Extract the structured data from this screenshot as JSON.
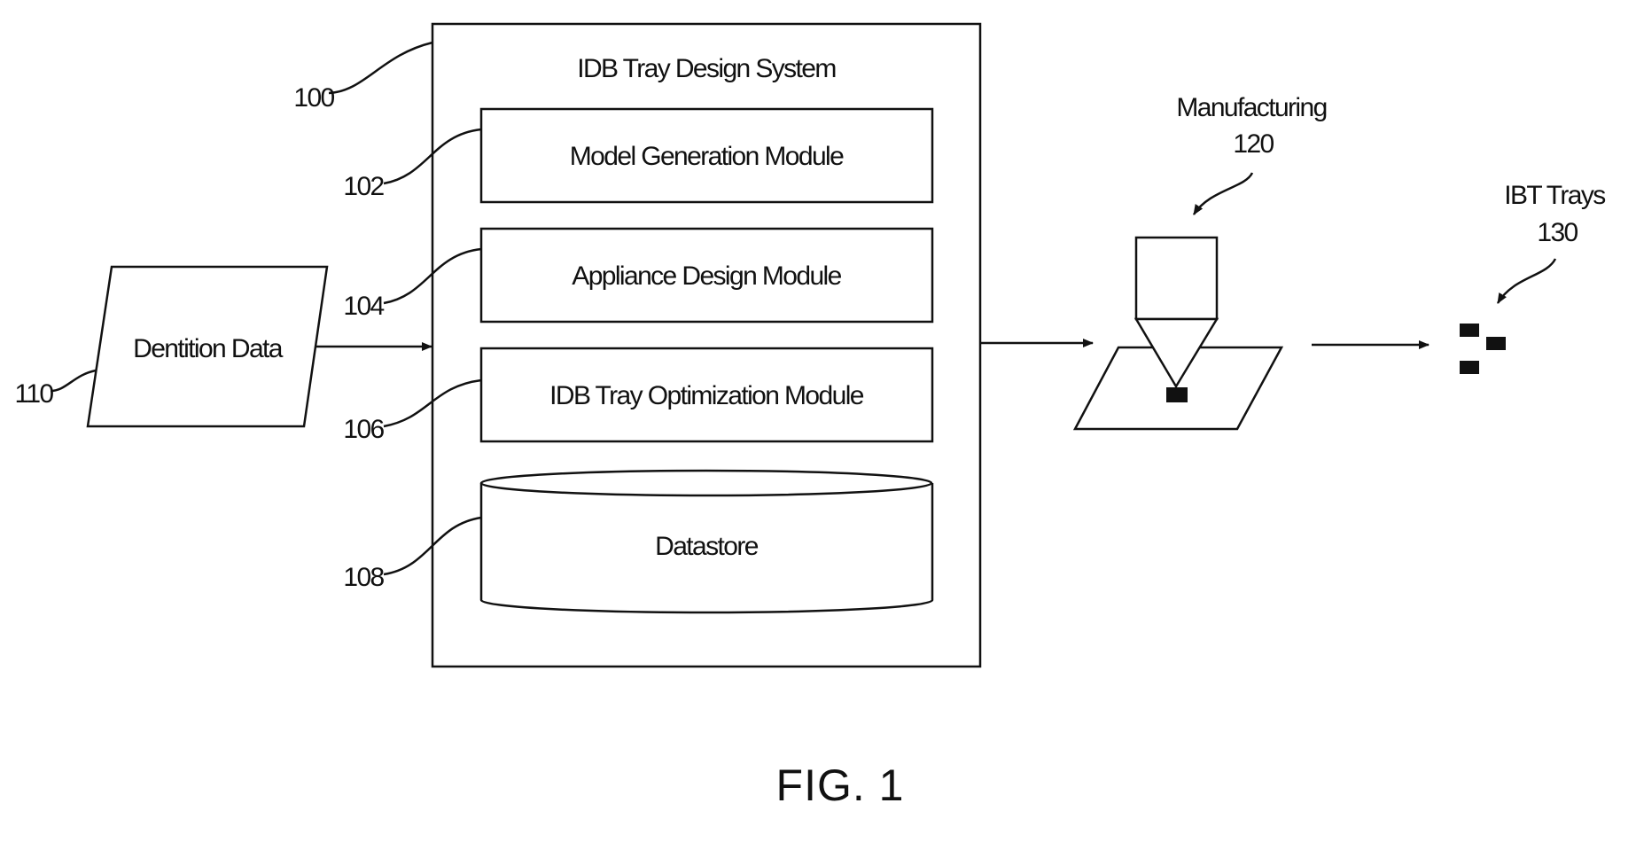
{
  "figure_label": "FIG. 1",
  "system": {
    "title": "IDB Tray Design System",
    "ref": "100",
    "modules": [
      {
        "label": "Model Generation Module",
        "ref": "102"
      },
      {
        "label": "Appliance Design Module",
        "ref": "104"
      },
      {
        "label": "IDB Tray Optimization Module",
        "ref": "106"
      }
    ],
    "datastore": {
      "label": "Datastore",
      "ref": "108"
    }
  },
  "input": {
    "label": "Dentition Data",
    "ref": "110"
  },
  "manufacturing": {
    "label": "Manufacturing",
    "ref": "120"
  },
  "output": {
    "label": "IBT Trays",
    "ref": "130"
  }
}
